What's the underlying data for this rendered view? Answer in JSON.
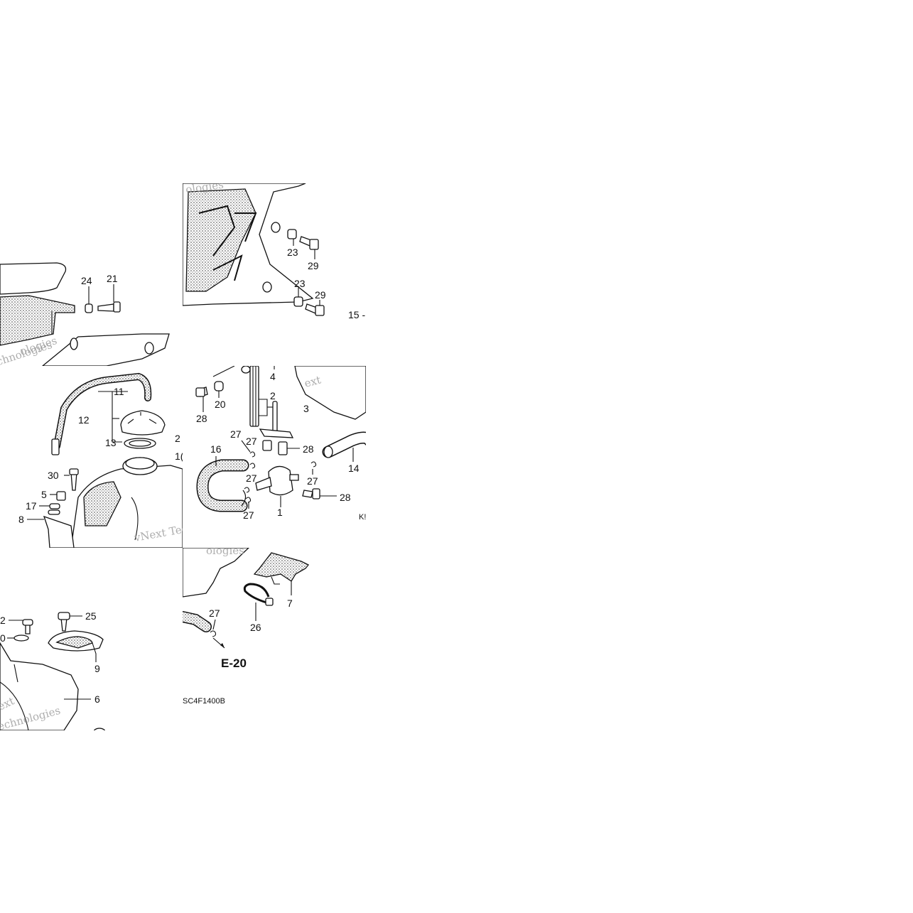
{
  "diagram": {
    "drawing_code": "SC4F1400B",
    "page_reference": "E-20",
    "watermark_fragments": [
      "ologies",
      "Technologies",
      "vNext Tec",
      "Technologies",
      "ologies",
      "ext",
      "Technologies"
    ],
    "callouts": {
      "p1_24": "24",
      "p1_21": "21",
      "p2_23a": "23",
      "p2_29a": "29",
      "p2_23b": "23",
      "p2_29b": "29",
      "p2_15": "15 -",
      "p3_11": "11",
      "p3_12": "12",
      "p3_13": "13",
      "p3_2": "2",
      "p3_10": "1(",
      "p3_30": "30",
      "p3_5": "5",
      "p3_17": "17",
      "p3_8": "8",
      "p4_4": "4",
      "p4_2": "2",
      "p4_3": "3",
      "p4_28a": "28",
      "p4_20": "20",
      "p4_27a": "27",
      "p4_16": "16",
      "p4_27b": "27",
      "p4_28b": "28",
      "p4_27c": "27",
      "p4_14": "14",
      "p4_27d": "27",
      "p4_28c": "28",
      "p4_27e": "27",
      "p4_1": "1",
      "p4_ks": "K!",
      "p5_2": "2",
      "p5_0": "0",
      "p5_25": "25",
      "p5_9": "9",
      "p5_6": "6",
      "p6_27": "27",
      "p6_26": "26",
      "p6_7": "7"
    }
  }
}
